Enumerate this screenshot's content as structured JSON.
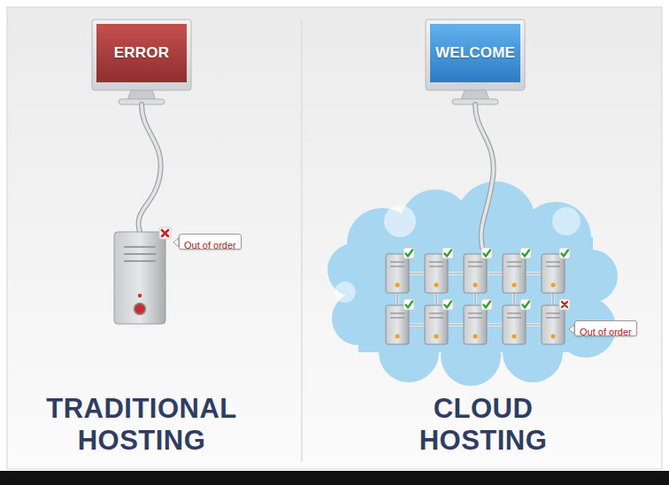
{
  "diagram": {
    "nodes": [
      {
        "text": [
          "ERROR"
        ]
      },
      {
        "text": [
          "Out of order"
        ]
      },
      {
        "text": [
          "WELCOME"
        ]
      },
      {
        "text": [
          "Out of order"
        ]
      }
    ],
    "labels": [
      "TRADITIONAL HOSTING",
      "CLOUD HOSTING"
    ]
  }
}
